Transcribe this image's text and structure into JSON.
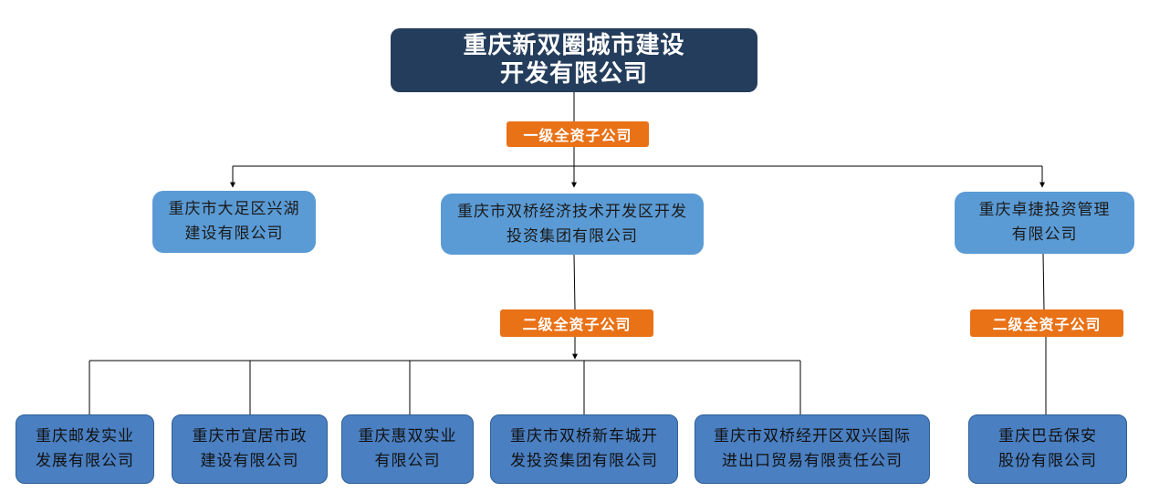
{
  "root": {
    "line1": "重庆新双圈城市建设",
    "line2": "开发有限公司"
  },
  "level1_label": "一级全资子公司",
  "level1": [
    {
      "line1": "重庆市大足区兴湖",
      "line2": "建设有限公司"
    },
    {
      "line1": "重庆市双桥经济技术开发区开发",
      "line2": "投资集团有限公司"
    },
    {
      "line1": "重庆卓捷投资管理",
      "line2": "有限公司"
    }
  ],
  "level2_label_center": "二级全资子公司",
  "level2_label_right": "二级全资子公司",
  "level2": [
    {
      "line1": "重庆邮发实业",
      "line2": "发展有限公司"
    },
    {
      "line1": "重庆市宜居市政",
      "line2": "建设有限公司"
    },
    {
      "line1": "重庆惠双实业",
      "line2": "有限公司"
    },
    {
      "line1": "重庆市双桥新车城开",
      "line2": "发投资集团有限公司"
    },
    {
      "line1": "重庆市双桥经开区双兴国际",
      "line2": "进出口贸易有限责任公司"
    },
    {
      "line1": "重庆巴岳保安",
      "line2": "股份有限公司"
    }
  ],
  "colors": {
    "root": "#243d5c",
    "level1": "#5b9bd5",
    "level2": "#4a7fc1",
    "tag": "#e97116",
    "line": "#000000"
  }
}
